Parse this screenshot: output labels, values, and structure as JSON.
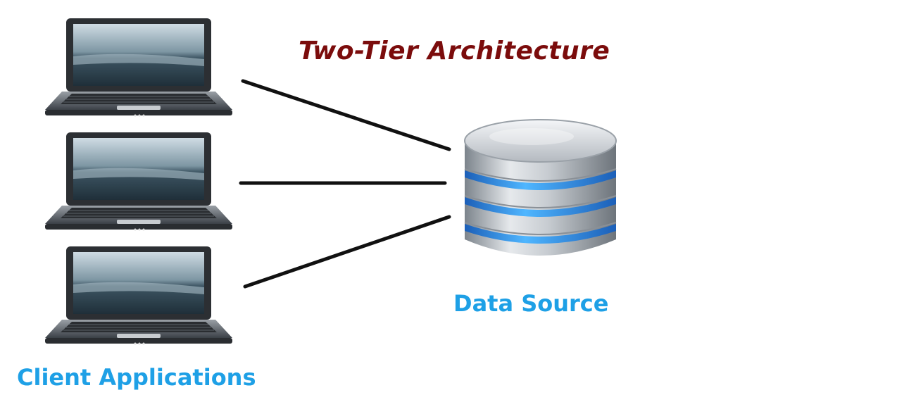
{
  "diagram": {
    "title": "Two-Tier Architecture",
    "data_source_label": "Data Source",
    "client_label": "Client Applications",
    "clients": [
      {
        "name": "client-laptop-1"
      },
      {
        "name": "client-laptop-2"
      },
      {
        "name": "client-laptop-3"
      }
    ]
  },
  "colors": {
    "title": "#7b0c0c",
    "label": "#1ea0e6",
    "connector": "#111111",
    "db_body": "#b9bec4",
    "db_band": "#2f8fe8"
  }
}
